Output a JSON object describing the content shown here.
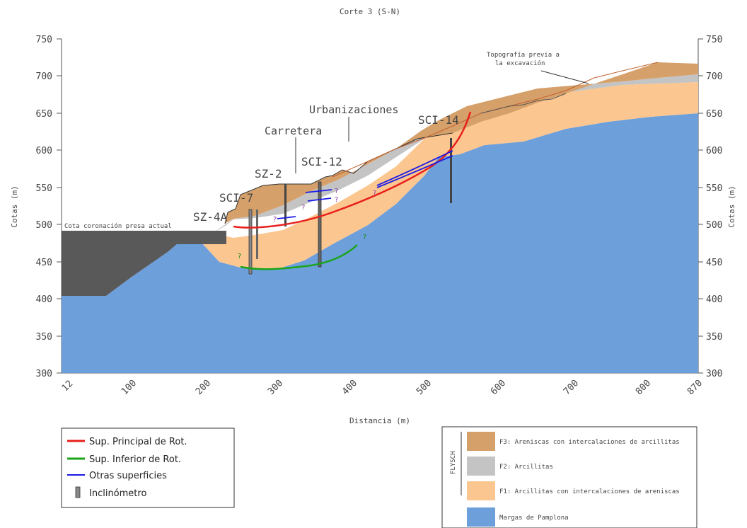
{
  "title": "Corte 3  (S-N)",
  "axes": {
    "x_label": "Distancia (m)",
    "y_label_left": "Cotas (m)",
    "y_label_right": "Cotas (m)",
    "x_ticks": [
      "12",
      "100",
      "200",
      "300",
      "400",
      "500",
      "600",
      "700",
      "800",
      "870"
    ],
    "y_ticks": [
      "750",
      "700",
      "650",
      "600",
      "550",
      "500",
      "450",
      "400",
      "350",
      "300"
    ]
  },
  "annotations": {
    "topo": "Topografía previa a",
    "topo2": "la excavación",
    "urbanizaciones": "Urbanizaciones",
    "carretera": "Carretera",
    "cota": "Cota coronación presa actual"
  },
  "boreholes": {
    "sz4a": "SZ-4A",
    "sci7": "SCI-7",
    "sz2": "SZ-2",
    "sci12": "SCI-12",
    "sci14": "SCI-14"
  },
  "question_mark": "?",
  "legend_left": {
    "items": [
      {
        "label": "Sup. Principal de Rot.",
        "color": "#e8201c"
      },
      {
        "label": "Sup. Inferior de Rot.",
        "color": "#1aa51a"
      },
      {
        "label": "Otras superficies",
        "color": "#1a1ae6"
      },
      {
        "label": "Inclinómetro",
        "color": "#888888"
      }
    ]
  },
  "legend_right": {
    "group": "FLYSCH",
    "items": [
      {
        "label": "F3: Areniscas con intercalaciones de arcillitas",
        "color": "#d6a06a"
      },
      {
        "label": "F2: Arcillitas",
        "color": "#c4c4c4"
      },
      {
        "label": "F1: Arcillitas con intercalaciones de areniscas",
        "color": "#fcc690"
      },
      {
        "label": "Margas de Pamplona",
        "color": "#6d9fdb"
      }
    ]
  }
}
